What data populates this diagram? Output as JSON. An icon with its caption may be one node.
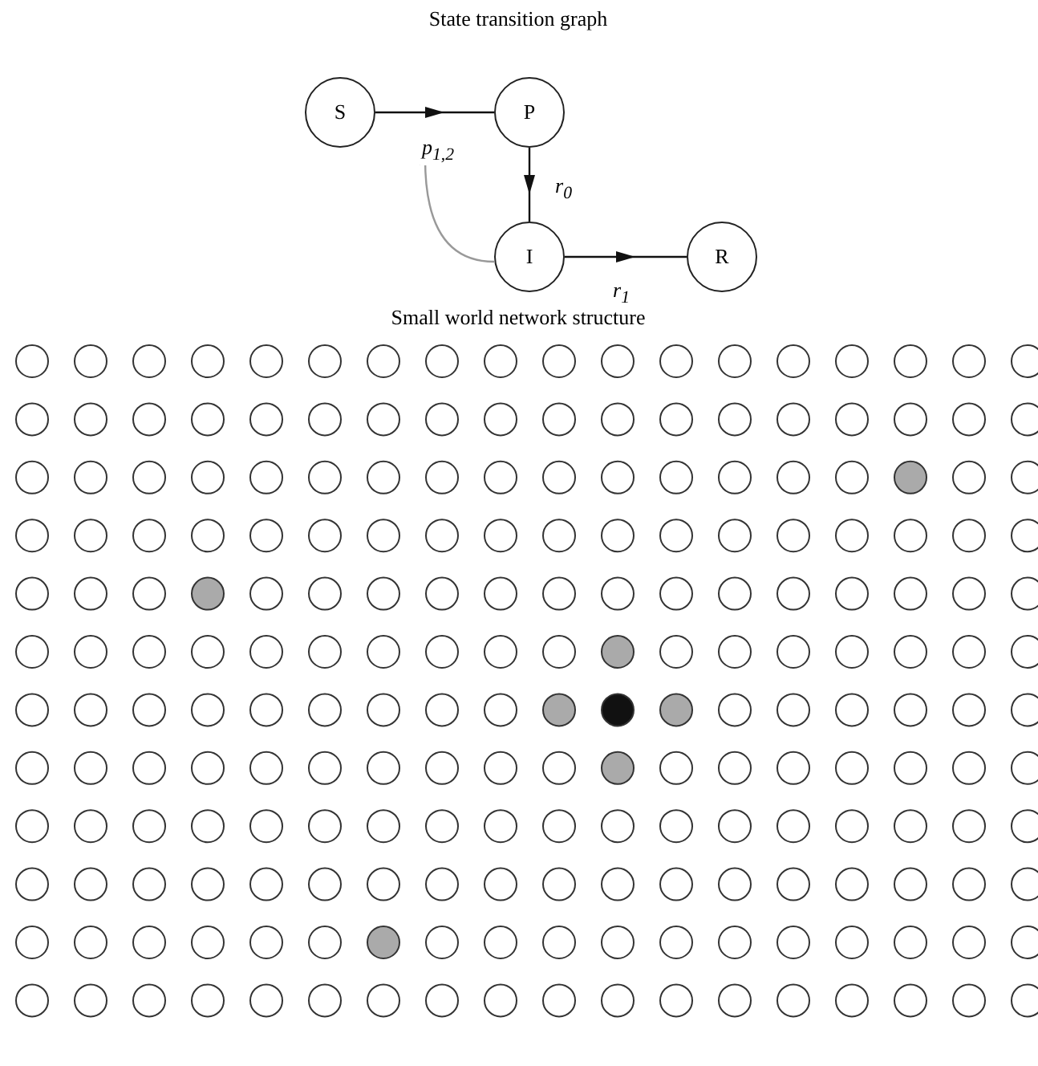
{
  "diagram": {
    "title": "State transition graph",
    "nodes": [
      {
        "text": [
          "S"
        ]
      },
      {
        "text": [
          "P"
        ]
      },
      {
        "text": [
          "I"
        ]
      },
      {
        "text": [
          "R"
        ]
      }
    ],
    "edges": [
      {
        "from": 0,
        "to": 1,
        "arrow": "to",
        "label": "p$_{1,2}$"
      },
      {
        "from": 1,
        "to": 2,
        "arrow": "to",
        "label": "r$_{0}$"
      },
      {
        "from": 2,
        "to": 3,
        "arrow": "to",
        "label": "r$_{1}$"
      },
      {
        "from": 2,
        "to": null,
        "arrow": "to",
        "color": "#999999"
      }
    ],
    "caption": "Small world network structure"
  }
}
